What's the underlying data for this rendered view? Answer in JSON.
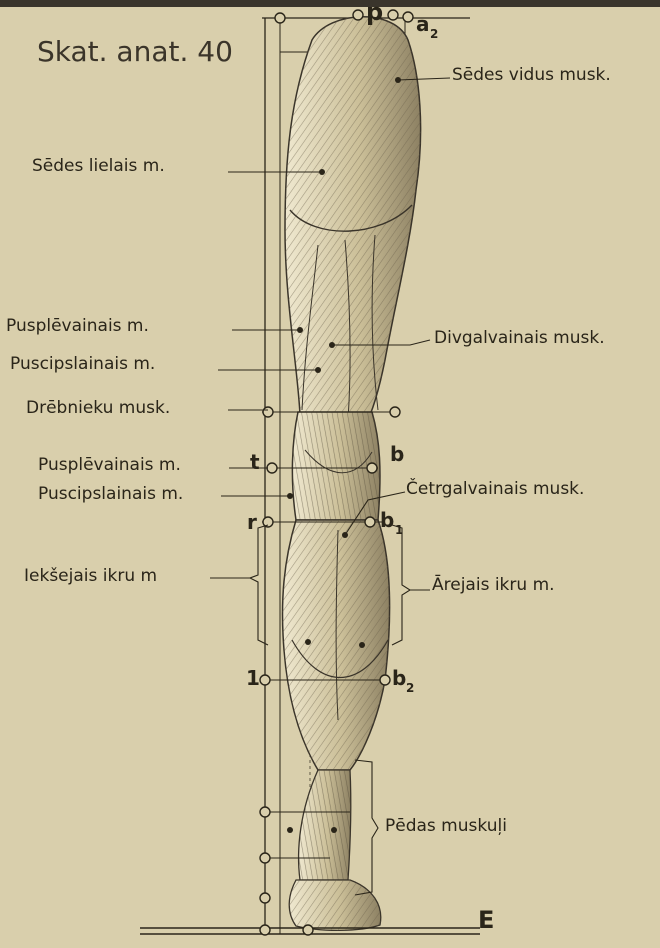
{
  "title": "Skat. anat. 40",
  "labels": {
    "sedes_vidus": "Sēdes vidus musk.",
    "sedes_lielais": "Sēdes lielais m.",
    "pusplevainais_1": "Pusplēvainais m.",
    "puscipslainais_1": "Puscipslainais m.",
    "divgalvainais": "Divgalvainais musk.",
    "drebnieku": "Drēbnieku musk.",
    "pusplevainais_2": "Pusplēvainais m.",
    "puscipslainais_2": "Puscipslainais m.",
    "cetrgalvainais": "Četrgalvainais musk.",
    "ieksejais": "Iekšejais ikru  m",
    "arejais": "Ārejais ikru  m.",
    "pedas": "Pēdas muskuļi"
  },
  "markers": {
    "p": "p",
    "a": "a",
    "a_sub": "2",
    "t": "t",
    "b": "b",
    "b1": "b",
    "b1_sub": "1",
    "r": "r",
    "b2": "b",
    "b2_sub": "2",
    "one": "1",
    "E": "E"
  },
  "colors": {
    "paper": "#d9cfac",
    "ink": "#2a2519",
    "muscle_shade": "#6a604a",
    "muscle_light": "#c9bf9c",
    "top_band": "#3a352c"
  }
}
